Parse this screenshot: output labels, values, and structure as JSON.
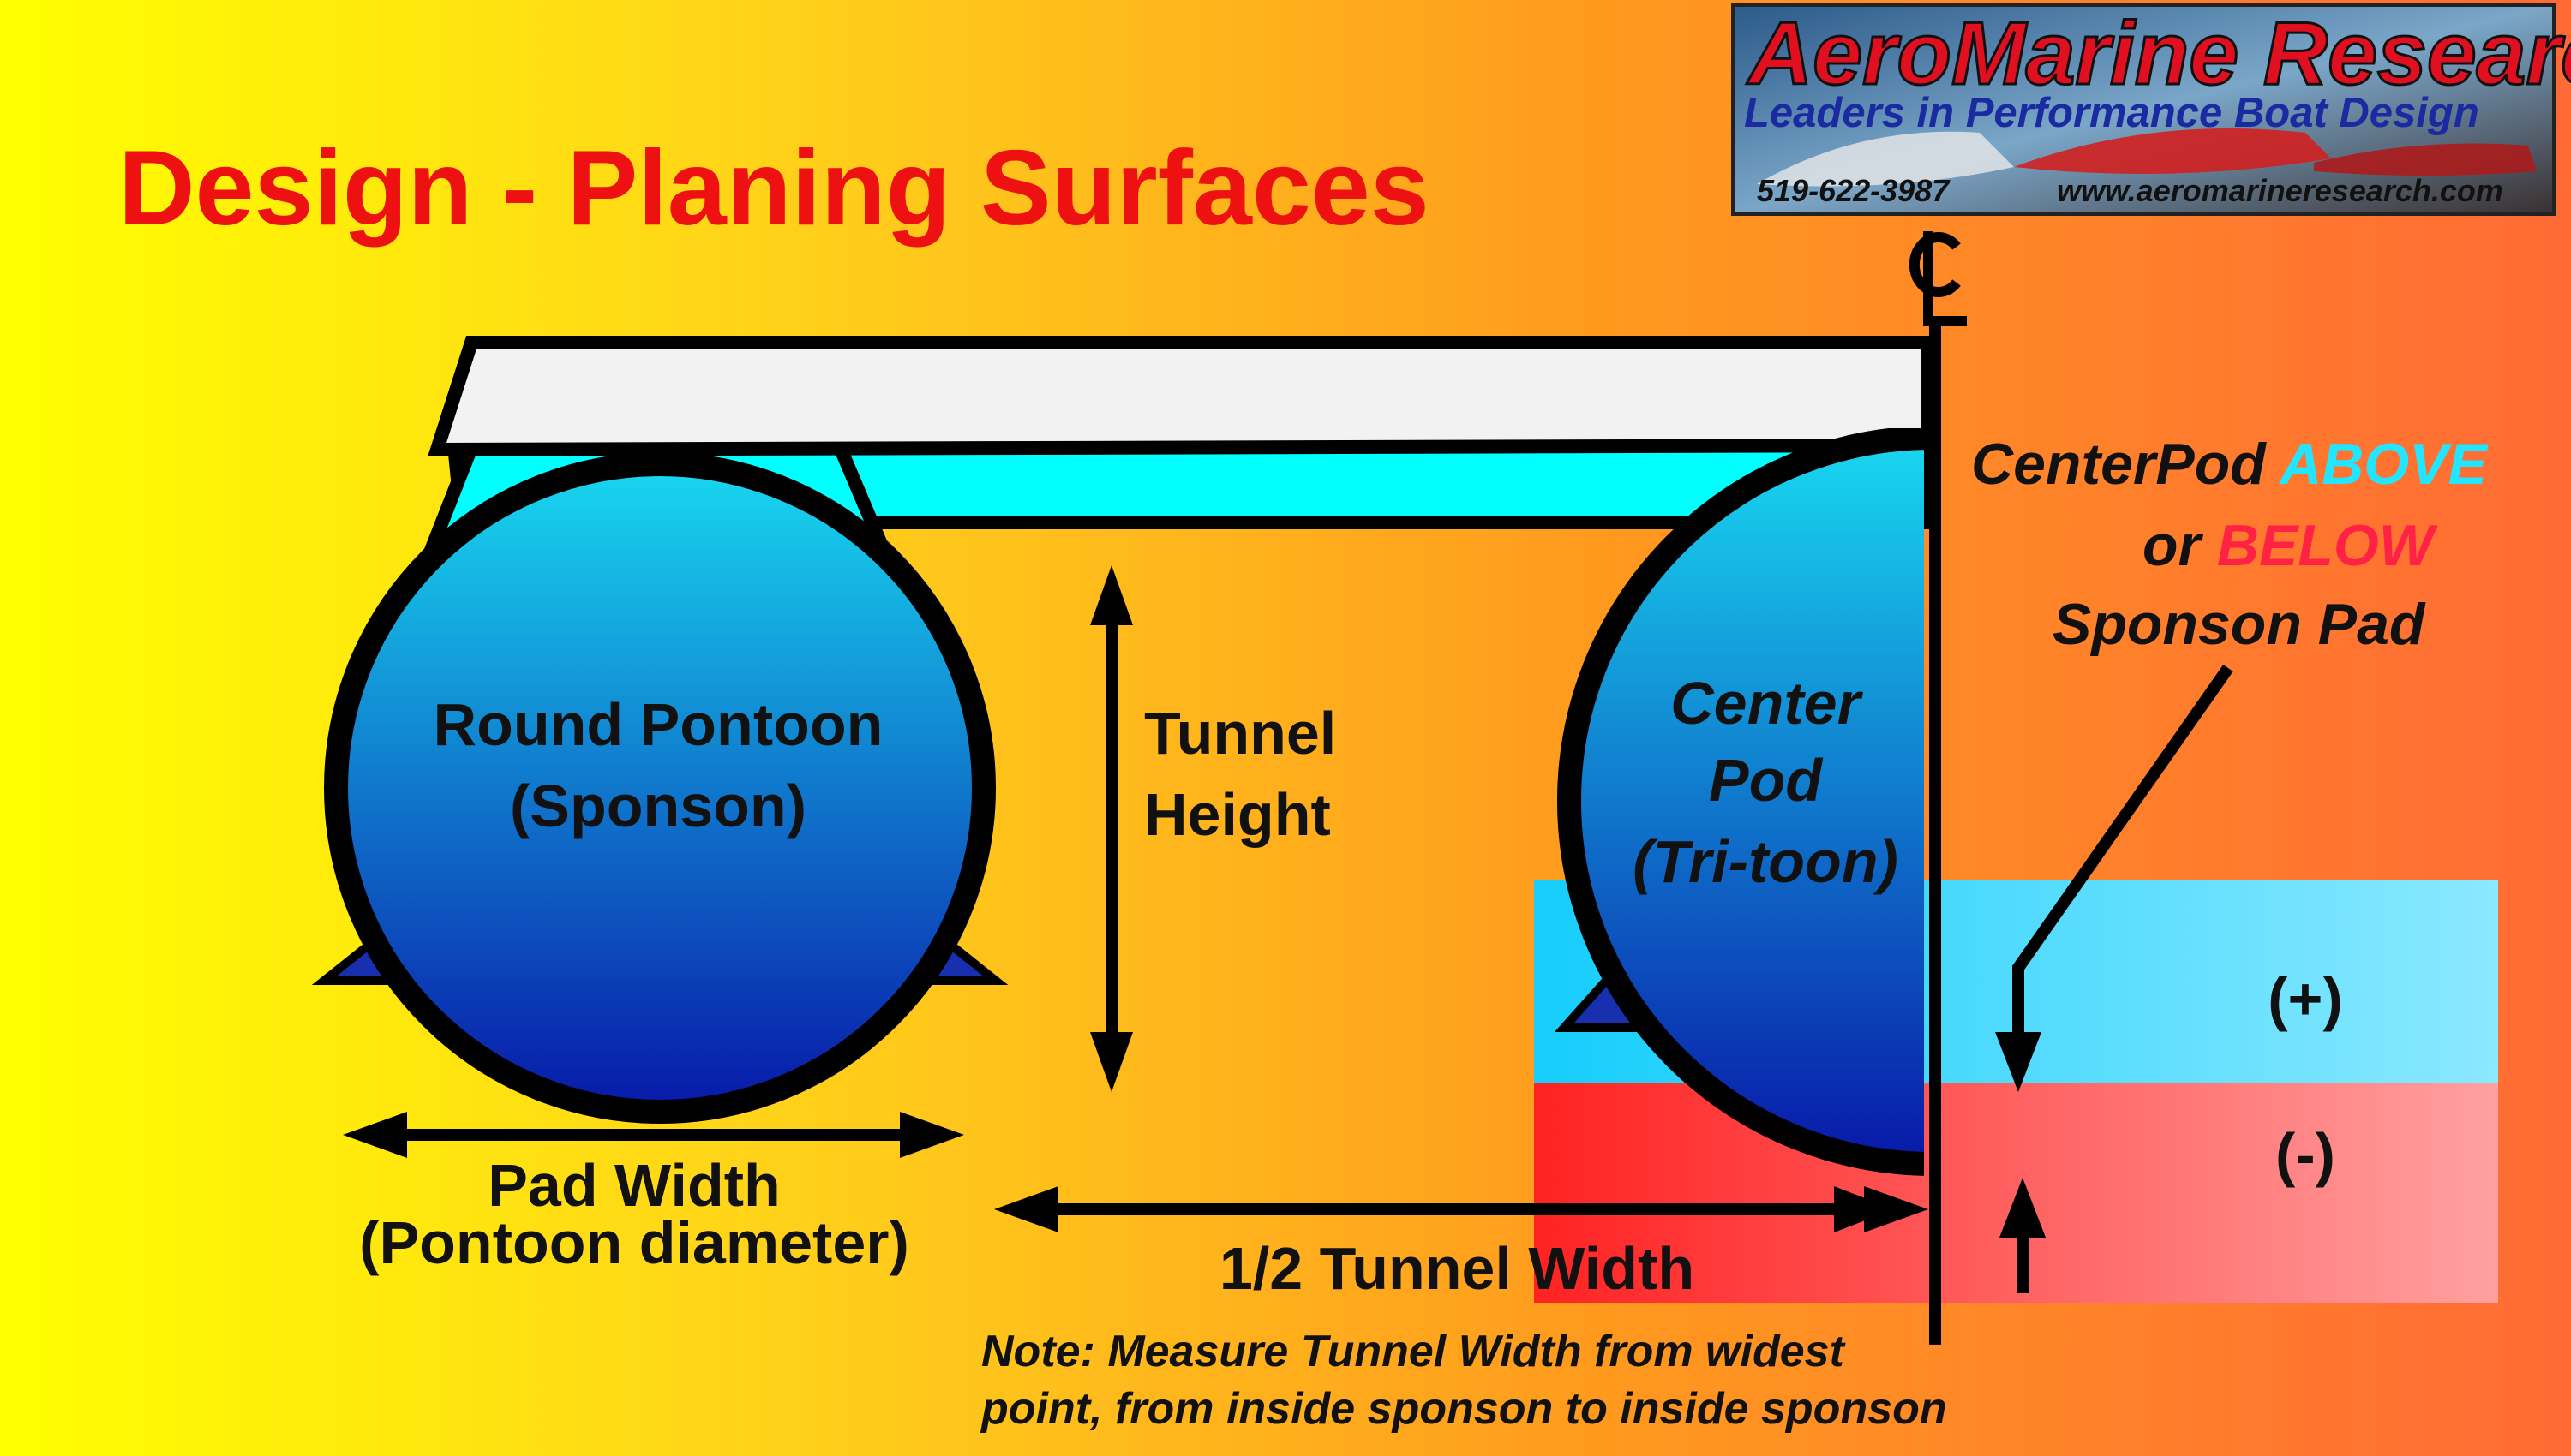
{
  "title": "Design - Planing Surfaces",
  "logo": {
    "name": "AeroMarine Research",
    "tagline": "Leaders in Performance Boat Design",
    "phone": "519-622-3987",
    "website": "www.aeromarineresearch.com"
  },
  "labels": {
    "centerline": "CL",
    "sponson_line1": "Round Pontoon",
    "sponson_line2": "(Sponson)",
    "tunnel_height_line1": "Tunnel",
    "tunnel_height_line2": "Height",
    "pod_line1": "Center",
    "pod_line2": "Pod",
    "pod_line3": "(Tri-toon)",
    "pad_width_line1": "Pad Width",
    "pad_width_line2": "(Pontoon diameter)",
    "half_tunnel_width": "1/2 Tunnel Width",
    "note_line1": "Note: Measure Tunnel Width from widest",
    "note_line2": "point, from inside sponson to inside sponson",
    "above_below_prefix": "CenterPod ",
    "above_word": "ABOVE",
    "or_word": "or ",
    "below_word": "BELOW",
    "sponson_pad": "Sponson Pad",
    "plus_zone": "(+)",
    "minus_zone": "(-)"
  },
  "colors": {
    "title": "#ee1111",
    "above": "#22e6ff",
    "below": "#ff2244",
    "tunnel_fill": "#00ffff",
    "deck_fill": "#f2f2f2",
    "pontoon_top": "#18d8f0",
    "pontoon_bottom": "#0818a8",
    "plus_band": "#33d6ff",
    "minus_band": "#ff3333"
  }
}
